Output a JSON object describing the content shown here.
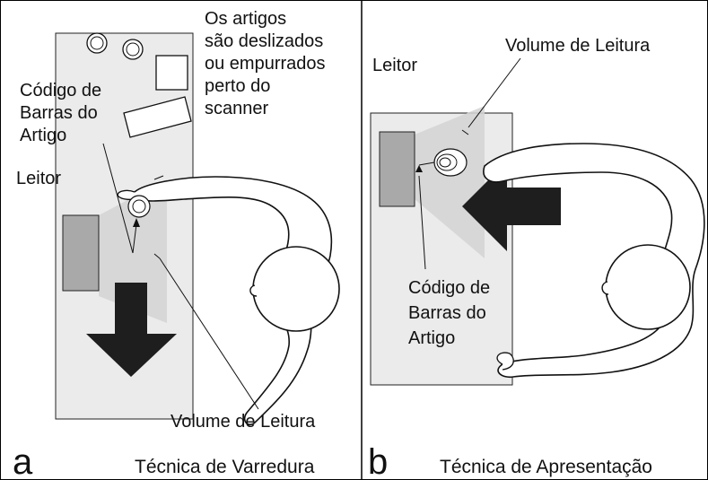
{
  "panel_a": {
    "letter": "a",
    "caption": "Técnica de Varredura",
    "items_note": [
      "Os artigos",
      "são deslizados",
      "ou empurrados",
      "perto do",
      "scanner"
    ],
    "barcode_label": [
      "Código de",
      "Barras do",
      "Artigo"
    ],
    "reader_label": "Leitor",
    "volume_label": "Volume de Leitura"
  },
  "panel_b": {
    "letter": "b",
    "caption": "Técnica de Apresentação",
    "volume_label": "Volume de Leitura",
    "reader_label": "Leitor",
    "barcode_label": [
      "Código de",
      "Barras do",
      "Artigo"
    ]
  },
  "colors": {
    "counter": "#ebebeb",
    "reader": "#a9a9a9",
    "beam": "#d4d4d4",
    "arrow": "#1e1e1e",
    "line": "#000000"
  }
}
